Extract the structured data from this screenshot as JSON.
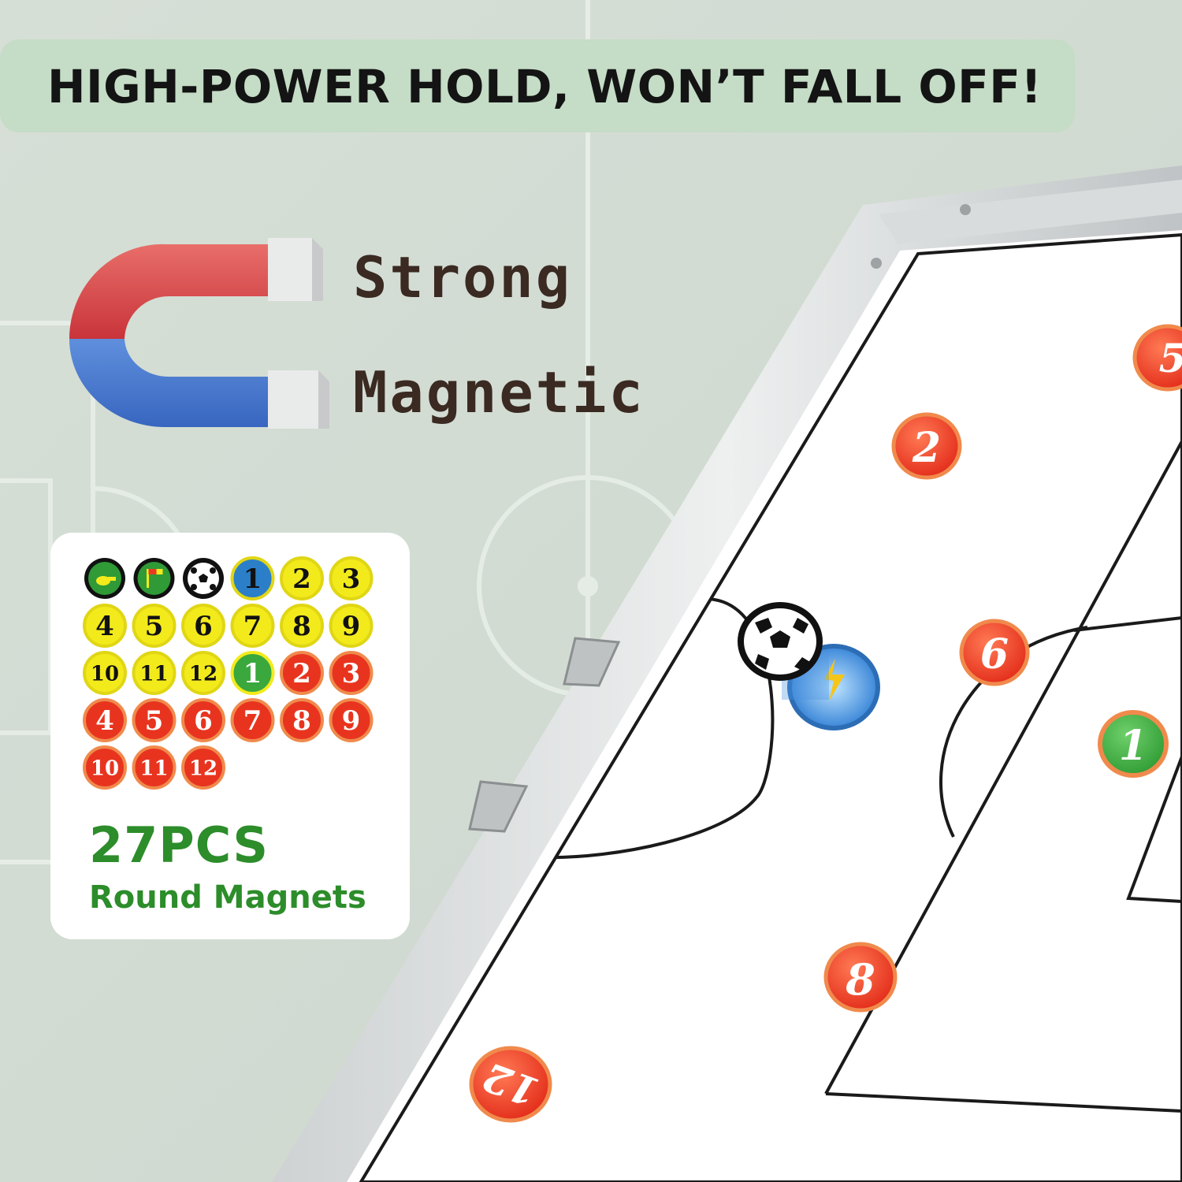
{
  "banner": {
    "text": "HIGH-POWER HOLD, WON’T FALL OFF!"
  },
  "feature": {
    "line1": "Strong",
    "line2": "Magnetic"
  },
  "magnet_set": {
    "count_label": "27PCS",
    "description": "Round Magnets",
    "icon_magnets": [
      {
        "icon": "referee-whistle-icon",
        "color": "#2f9a36"
      },
      {
        "icon": "assistant-referee-flag-icon",
        "color": "#2f9a36"
      },
      {
        "icon": "soccer-ball-icon",
        "color": "#111111"
      }
    ],
    "yellow_numbers": [
      "1",
      "2",
      "3",
      "4",
      "5",
      "6",
      "7",
      "8",
      "9",
      "10",
      "11",
      "12"
    ],
    "red_numbers": [
      "1",
      "2",
      "3",
      "4",
      "5",
      "6",
      "7",
      "8",
      "9",
      "10",
      "11",
      "12"
    ]
  },
  "board_pieces": [
    "5",
    "2",
    "6",
    "1",
    "8",
    "12"
  ],
  "colors": {
    "banner": "#c5dcc6",
    "accent_green": "#2c8d2a",
    "piece_red": "#e8341f",
    "piece_yellow": "#f3ea1c",
    "piece_green": "#3aa83c",
    "piece_blue": "#2b7fc8"
  }
}
